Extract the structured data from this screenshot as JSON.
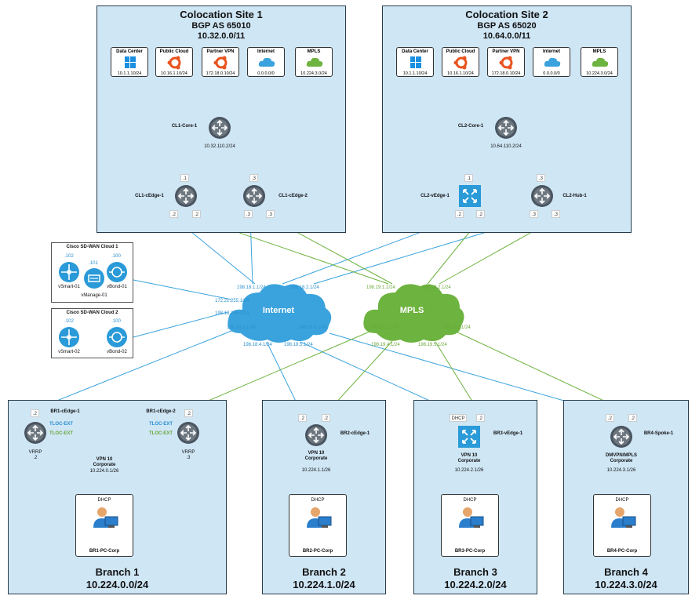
{
  "sites": [
    {
      "title": "Colocation Site 1",
      "bgp": "BGP AS 65010",
      "subnet": "10.32.0.0/11",
      "core": "CL1-Core-1",
      "core_ip": "10.32.110.2/24",
      "e1": "CL1-cEdge-1",
      "e2": "CL1-cEdge-2",
      "e1_top": ".1",
      "e2_top": ".3",
      "e1_p": [
        ".2",
        ".2"
      ],
      "e2_p": [
        ".3",
        ".3"
      ]
    },
    {
      "title": "Colocation Site 2",
      "bgp": "BGP AS 65020",
      "subnet": "10.64.0.0/11",
      "core": "CL2-Core-1",
      "core_ip": "10.64.110.2/24",
      "e1": "CL2-vEdge-1",
      "e2": "CL2-Hub-1",
      "e1_top": ".1",
      "e2_top": ".3",
      "e1_p": [
        ".2",
        ".2"
      ],
      "e2_p": [
        ".3",
        ".3"
      ]
    }
  ],
  "services": [
    {
      "name": "Data Center",
      "ip": "10.1.1.10/24",
      "icon": "windows-icon"
    },
    {
      "name": "Public Cloud",
      "ip": "10.16.1.10/24",
      "icon": "ubuntu-icon"
    },
    {
      "name": "Partner VPN",
      "ip": "172.18.0.10/24",
      "icon": "ubuntu-icon"
    },
    {
      "name": "Internet",
      "ip": "0.0.0.0/0",
      "icon": "cloud-icon"
    },
    {
      "name": "MPLS",
      "ip": "10.224.3.0/24",
      "icon": "mpls-cloud-icon"
    }
  ],
  "clouds": {
    "internet": "Internet",
    "mpls": "MPLS",
    "inet_ips": [
      "198.18.1.1/24",
      "198.18.2.1/24",
      "172.21.255.1/24",
      "198.18.255.1/24",
      "198.18.3.1/24",
      "198.18.6.1/24",
      "198.18.4.1/24",
      "198.18.5.1/24"
    ],
    "mpls_ips": [
      "198.19.1.1/24",
      "198.19.2.1/24",
      "198.19.3.1/24",
      "198.19.6.1/24",
      "198.19.4.1/24",
      "198.19.5.1/24"
    ]
  },
  "sdwan": [
    {
      "title": "Cisco SD-WAN Cloud 1",
      "n1": "vSmart-01",
      "n1a": ".102",
      "n2": "vManage-01",
      "n2a": ".101",
      "n3": "vBond-01",
      "n3a": ".100"
    },
    {
      "title": "Cisco SD-WAN Cloud 2",
      "n1": "vSmart-02",
      "n1a": ".102",
      "n3": "vBond-02",
      "n3a": ".100"
    }
  ],
  "branches": [
    {
      "title": "Branch 1",
      "subnet": "10.224.0.0/24",
      "dev1": "BR1-cEdge-1",
      "dev2": "BR1-cEdge-2",
      "tloc": "TLOC-EXT",
      "vrrp": "VRRP",
      "vrrp1": ".2",
      "vrrp2": ".3",
      "vpn": "VPN 10",
      "vpn2": "Corporate",
      "lan": "10.224.0.1/26",
      "dhcp": "DHCP",
      "pc": "BR1-PC-Corp",
      "p1": ".2",
      "p2": ".2"
    },
    {
      "title": "Branch 2",
      "subnet": "10.224.1.0/24",
      "dev": "BR2-cEdge-1",
      "vpn": "VPN 10",
      "vpn2": "Corporate",
      "lan": "10.224.1.1/26",
      "dhcp": "DHCP",
      "pc": "BR2-PC-Corp",
      "p1": ".2",
      "p2": ".2"
    },
    {
      "title": "Branch 3",
      "subnet": "10.224.2.0/24",
      "dev": "BR3-vEdge-1",
      "vpn": "VPN 10",
      "vpn2": "Corporate",
      "lan": "10.224.2.1/26",
      "dhcp": "DHCP",
      "pc": "BR3-PC-Corp",
      "p1": "DHCP",
      "p2": ".2"
    },
    {
      "title": "Branch 4",
      "subnet": "10.224.3.0/24",
      "dev": "BR4-Spoke-1",
      "vpn": "DMVPN/MPLS",
      "vpn2": "Corporate",
      "lan": "10.224.3.1/26",
      "dhcp": "DHCP",
      "pc": "BR4-PC-Corp",
      "p1": ".2",
      "p2": ".2"
    }
  ],
  "colors": {
    "internet": "#3aa3de",
    "mpls": "#6db33f",
    "box": "#cfe6f5"
  }
}
